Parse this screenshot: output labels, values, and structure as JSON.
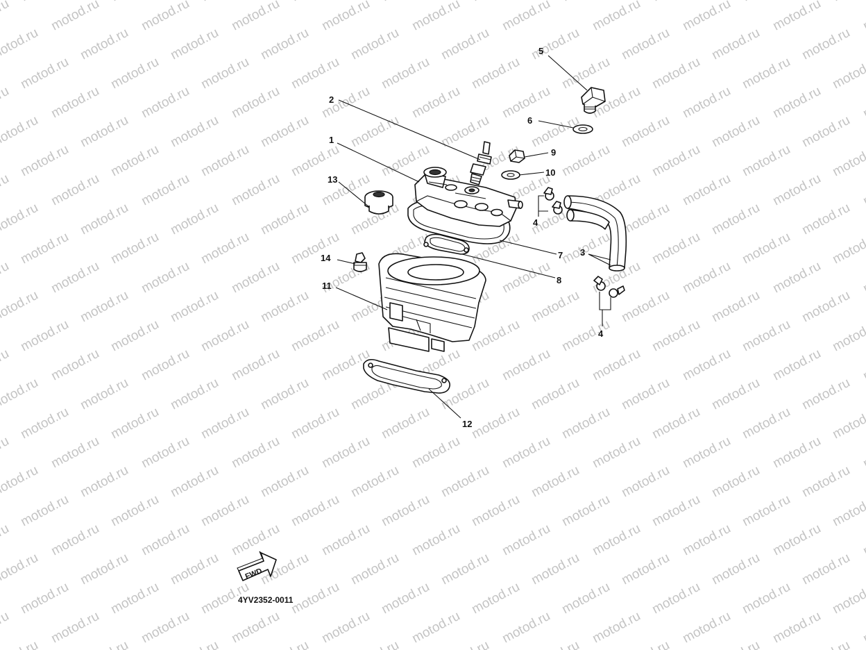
{
  "watermark": {
    "text": "motod.ru"
  },
  "diagram": {
    "code": "4YV2352-0011",
    "fwd_label": "FWD",
    "callouts": {
      "c1": "1",
      "c2": "2",
      "c3": "3",
      "c4a": "4",
      "c4b": "4",
      "c5": "5",
      "c6": "6",
      "c7": "7",
      "c8": "8",
      "c9": "9",
      "c10": "10",
      "c11": "11",
      "c12": "12",
      "c13": "13",
      "c14": "14"
    }
  }
}
